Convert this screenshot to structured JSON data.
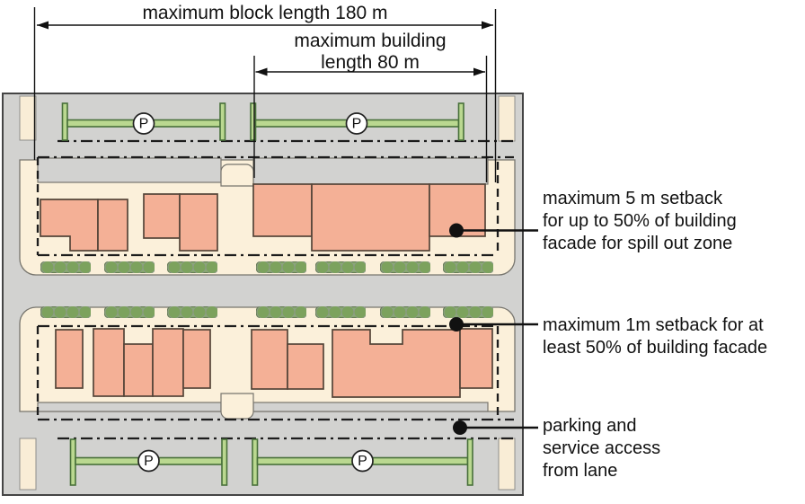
{
  "diagram": {
    "title_context": "urban block setback diagram",
    "dimensions": {
      "block_length": {
        "label": "maximum block length 180 m"
      },
      "building_length": {
        "label_line1": "maximum building",
        "label_line2": "length 80 m"
      }
    },
    "annotations": {
      "setback5": {
        "lines": [
          "maximum 5 m setback",
          "for up to 50% of building",
          "facade for spill out zone"
        ]
      },
      "setback1": {
        "lines": [
          "maximum 1m setback for at",
          "least 50% of building facade"
        ]
      },
      "parking": {
        "lines": [
          "parking and",
          "service access",
          "from lane"
        ]
      }
    },
    "parking_symbol": "P",
    "colors": {
      "street_gray": "#d2d2d0",
      "sidewalk_cream": "#f9edd6",
      "block_cream": "#fbf0da",
      "building_salmon": "#f4b096",
      "building_outline": "#544538",
      "parking_green_fill": "#bad890",
      "parking_green_outline": "#48703a",
      "tree_green": "#8ab06b",
      "tree_circle": "#7ca25d",
      "line_black": "#1c1c1c"
    }
  }
}
